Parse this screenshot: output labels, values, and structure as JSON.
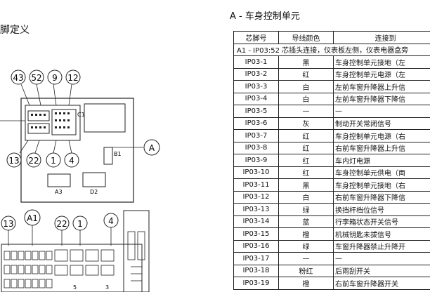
{
  "left_heading": "脚定义",
  "right_heading": "A - 车身控制单元",
  "callouts_top": [
    "43",
    "52",
    "9",
    "12"
  ],
  "callouts_mid": [
    "13",
    "22",
    "1",
    "4"
  ],
  "callout_a": "A",
  "callout_a1": "A1",
  "callout_13b": "13",
  "callouts_bottom": [
    "22",
    "1",
    "4"
  ],
  "connector_labels": {
    "c1": "C1",
    "b1": "B1",
    "a3": "A3",
    "d2": "D2",
    "n5": "5",
    "n3": "3"
  },
  "table": {
    "headers": [
      "芯脚号",
      "导线颜色",
      "连接到"
    ],
    "note": "A1 - IP03:52 芯插头连接，仪表板左侧，仪表电器盒旁",
    "rows": [
      [
        "IP03-1",
        "黑",
        "车身控制单元接地（左"
      ],
      [
        "IP03-2",
        "红",
        "车身控制单元电源（左"
      ],
      [
        "IP03-3",
        "白",
        "左前车窗升降器上升信"
      ],
      [
        "IP03-4",
        "白",
        "左前车窗升降器下降信"
      ],
      [
        "IP03-5",
        "—",
        "—"
      ],
      [
        "IP03-6",
        "灰",
        "制动开关常闭信号"
      ],
      [
        "IP03-7",
        "红",
        "车身控制单元电源（右"
      ],
      [
        "IP03-8",
        "红",
        "右前车窗升降器上升信"
      ],
      [
        "IP03-9",
        "红",
        "车内灯电源"
      ],
      [
        "IP03-10",
        "红",
        "车身控制单元供电（両"
      ],
      [
        "IP03-11",
        "黑",
        "车身控制单元接地（右"
      ],
      [
        "IP03-12",
        "白",
        "右前车窗升降器下降信"
      ],
      [
        "IP03-13",
        "绿",
        "换挡杆档位信号"
      ],
      [
        "IP03-14",
        "蓝",
        "行李箱状态开关信号"
      ],
      [
        "IP03-15",
        "橙",
        "机械钥匙未拔信号"
      ],
      [
        "IP03-16",
        "绿",
        "车窗升降器禁止升降开"
      ],
      [
        "IP03-17",
        "—",
        "—"
      ],
      [
        "IP03-18",
        "粉红",
        "后雨刮开关"
      ],
      [
        "IP03-19",
        "橙",
        "右前车窗升降器开关"
      ]
    ]
  }
}
